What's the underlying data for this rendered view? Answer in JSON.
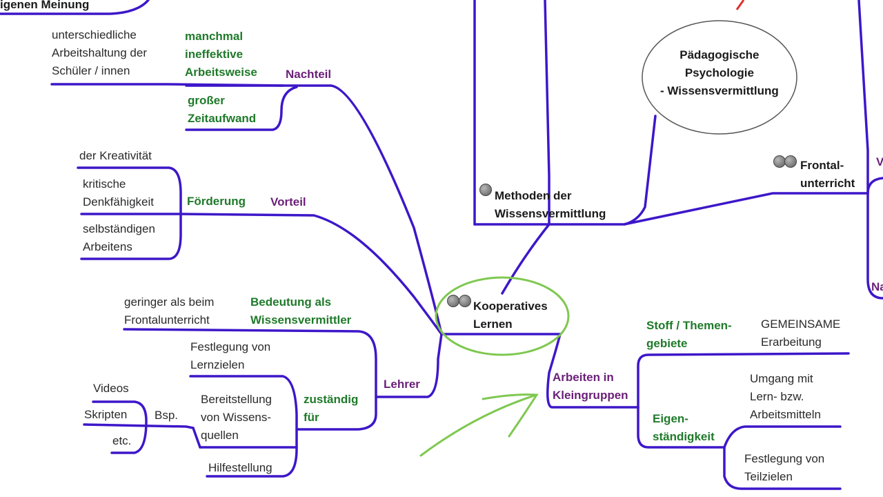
{
  "colors": {
    "branch": "#3d17c9",
    "green_label": "#1f7a2a",
    "purple_label": "#6a1f78",
    "highlight": "#7ec850",
    "red": "#e0302a"
  },
  "mindmap": {
    "center": "Kooperatives\nLernen",
    "top_left_cut": "igenen Meinung",
    "methods": "Methoden der\nWissensvermittlung",
    "psychology": "Pädagogische\nPsychologie\n- Wissensvermittlung",
    "frontal": "Frontal-\nunterricht",
    "edge_right_v": "V",
    "edge_right_na": "Na",
    "nachteil": {
      "label": "Nachteil",
      "items": [
        "unterschiedliche\nArbeitshaltung der\nSchüler / innen",
        "manchmal\nineffektive\nArbeitsweise",
        "großer\nZeitaufwand"
      ]
    },
    "vorteil": {
      "label": "Vorteil",
      "foerderung": "Förderung",
      "items": [
        "der Kreativität",
        "kritische\nDenkfähigkeit",
        "selbständigen\nArbeitens"
      ]
    },
    "lehrer": {
      "label": "Lehrer",
      "bedeutung": "Bedeutung als\nWissensvermittler",
      "bedeutung_value": "geringer als beim\nFrontalunterricht",
      "zustaendig": "zuständig\nfür",
      "items": [
        "Festlegung von\nLernzielen",
        "Bereitstellung\nvon Wissens-\nquellen",
        "Hilfestellung"
      ],
      "bsp": "Bsp.",
      "bsp_items": [
        "Videos",
        "Skripten",
        "etc."
      ]
    },
    "kleingruppen": {
      "label": "Arbeiten in\nKleingruppen",
      "stoff": "Stoff / Themen-\ngebiete",
      "stoff_value": "GEMEINSAME\nErarbeitung",
      "eigen": "Eigen-\nständigkeit",
      "eigen_items": [
        "Umgang mit\nLern- bzw.\nArbeitsmitteln",
        "Festlegung von\nTeilzielen"
      ]
    }
  }
}
